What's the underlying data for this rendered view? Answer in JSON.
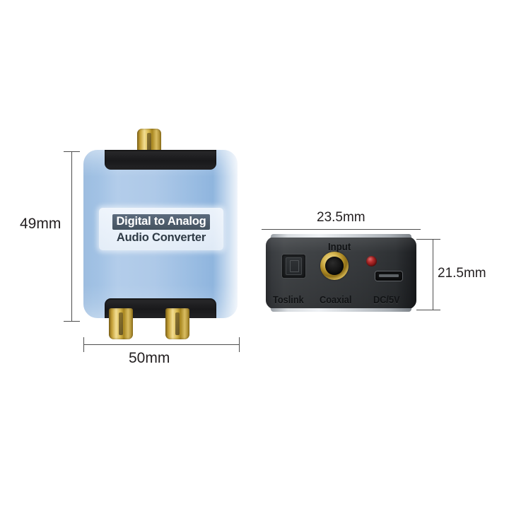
{
  "scene": {
    "background_color": "#ffffff",
    "description": "Product dimension diagram of a digital to analog audio converter"
  },
  "left_device": {
    "name": "blue-aluminium-converter-body",
    "body_color": "#aec9e8",
    "label": {
      "line1": "Digital to Analog",
      "line2": "Audio Converter",
      "line1_text_color": "#ffffff",
      "line1_background": "#4b5968",
      "line2_text_color": "#2f3b46",
      "plate_background": "#f7fafd"
    },
    "connectors": {
      "top": [
        {
          "name": "rca-jack-top",
          "color": "#d8b84e"
        }
      ],
      "bottom": [
        {
          "name": "rca-jack-left",
          "color": "#d8b84e"
        },
        {
          "name": "rca-jack-right",
          "color": "#d8b84e"
        }
      ],
      "bar_color": "#1c1c1e"
    },
    "dimensions": {
      "height": "49mm",
      "width": "50mm"
    }
  },
  "right_device": {
    "name": "input-panel-end-view",
    "body_color": "#3d4043",
    "rim_color": "#d9dde1",
    "heading": "Input",
    "ports": [
      {
        "name": "toslink-optical-port",
        "label": "Toslink",
        "type": "square-optical"
      },
      {
        "name": "coaxial-rca-port",
        "label": "Coaxial",
        "type": "gold-rca",
        "color": "#d9bb58"
      },
      {
        "name": "power-led",
        "label": "",
        "type": "led",
        "color": "#b22a2a"
      },
      {
        "name": "micro-usb-power-port",
        "label": "DC/5V",
        "type": "micro-usb"
      }
    ],
    "dimensions": {
      "width": "23.5mm",
      "height": "21.5mm"
    }
  },
  "dimension_lines": {
    "line_color": "#4d4d4d",
    "text_color": "#231f20",
    "items": [
      {
        "name": "left-height-dimension",
        "value": "49mm",
        "orientation": "vertical"
      },
      {
        "name": "left-width-dimension",
        "value": "50mm",
        "orientation": "horizontal"
      },
      {
        "name": "right-width-dimension",
        "value": "23.5mm",
        "orientation": "horizontal"
      },
      {
        "name": "right-height-dimension",
        "value": "21.5mm",
        "orientation": "vertical"
      }
    ]
  }
}
